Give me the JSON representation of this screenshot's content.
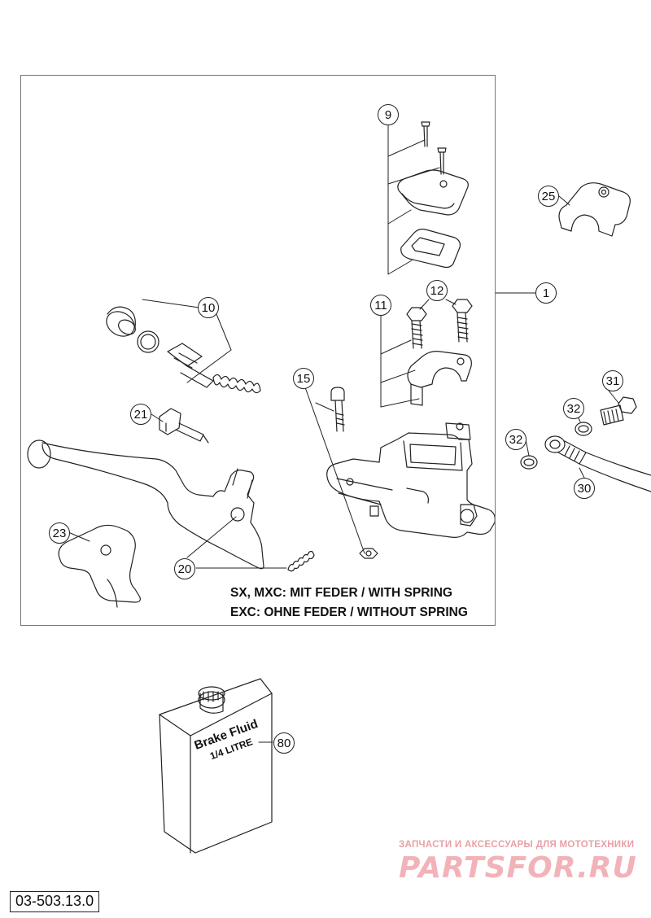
{
  "callouts": {
    "c1": "1",
    "c9": "9",
    "c10": "10",
    "c11": "11",
    "c12": "12",
    "c15": "15",
    "c20": "20",
    "c21": "21",
    "c23": "23",
    "c25": "25",
    "c30": "30",
    "c31": "31",
    "c32a": "32",
    "c32b": "32",
    "c80": "80"
  },
  "notes": {
    "line1": "SX, MXC: MIT FEDER / WITH SPRING",
    "line2": "EXC: OHNE FEDER / WITHOUT SPRING"
  },
  "container_label": {
    "line1": "Brake Fluid",
    "line2": "1/4 LITRE"
  },
  "part_code": "03-503.13.0",
  "watermark": {
    "subtitle": "ЗАПЧАСТИ И АКСЕССУАРЫ ДЛЯ МОТОТЕХНИКИ",
    "title": "PARTSFOR.RU"
  },
  "colors": {
    "ink": "#222222",
    "frame": "#777777",
    "watermark": "#f2b3b8"
  }
}
